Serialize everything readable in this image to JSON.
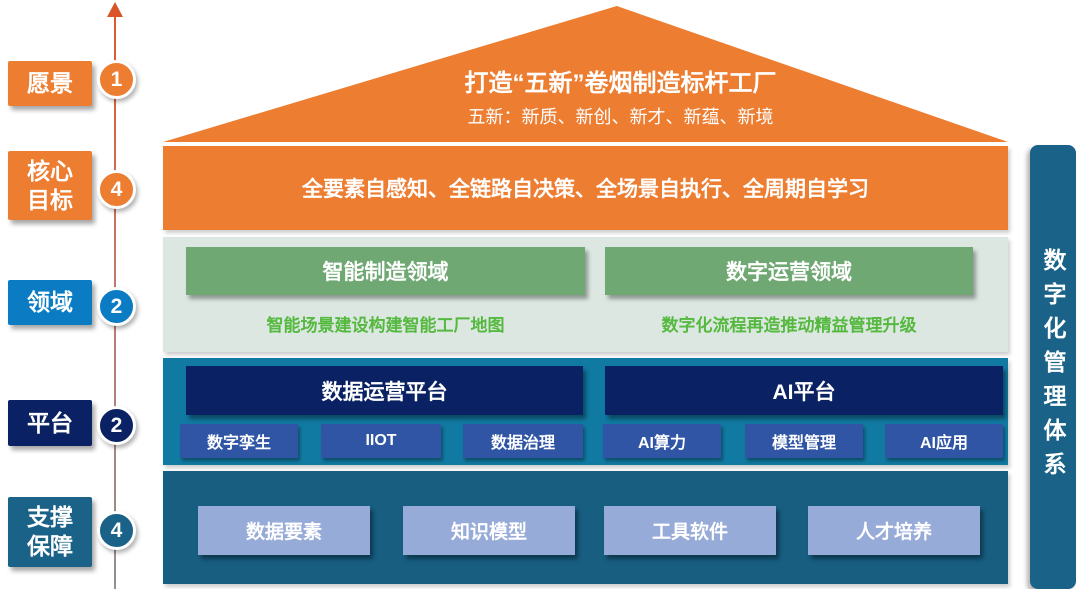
{
  "axis": {
    "levels": [
      {
        "label": "愿景",
        "count": "1"
      },
      {
        "label": "核心\n目标",
        "count": "4"
      },
      {
        "label": "领域",
        "count": "2"
      },
      {
        "label": "平台",
        "count": "2"
      },
      {
        "label": "支撑\n保障",
        "count": "4"
      }
    ]
  },
  "roof": {
    "title": "打造“五新”卷烟制造标杆工厂",
    "subtitle": "五新：新质、新创、新才、新蕴、新境"
  },
  "goal_banner": "全要素自感知、全链路自决策、全场景自执行、全周期自学习",
  "domains": {
    "left": {
      "title": "智能制造领域",
      "subtitle": "智能场景建设构建智能工厂地图"
    },
    "right": {
      "title": "数字运营领域",
      "subtitle": "数字化流程再造推动精益管理升级"
    }
  },
  "platforms": {
    "left": {
      "title": "数据运营平台",
      "items": [
        "数字孪生",
        "IIOT",
        "数据治理"
      ]
    },
    "right": {
      "title": "AI平台",
      "items": [
        "AI算力",
        "模型管理",
        "AI应用"
      ]
    }
  },
  "support": {
    "items": [
      "数据要素",
      "知识模型",
      "工具软件",
      "人才培养"
    ]
  },
  "pillar": {
    "text": "数字化管理体系"
  },
  "colors": {
    "orange": "#ED7D31",
    "bright_blue": "#0B7CC4",
    "navy": "#0A2263",
    "medium_blue": "#2F55A4",
    "platform_teal": "#117AA2",
    "support_teal": "#175E81",
    "pillar_teal": "#1B6288",
    "green_box": "#70A873",
    "green_text": "#55B93F",
    "light_green_band": "#DCE7E2",
    "light_blue_box": "#97ABD8"
  }
}
